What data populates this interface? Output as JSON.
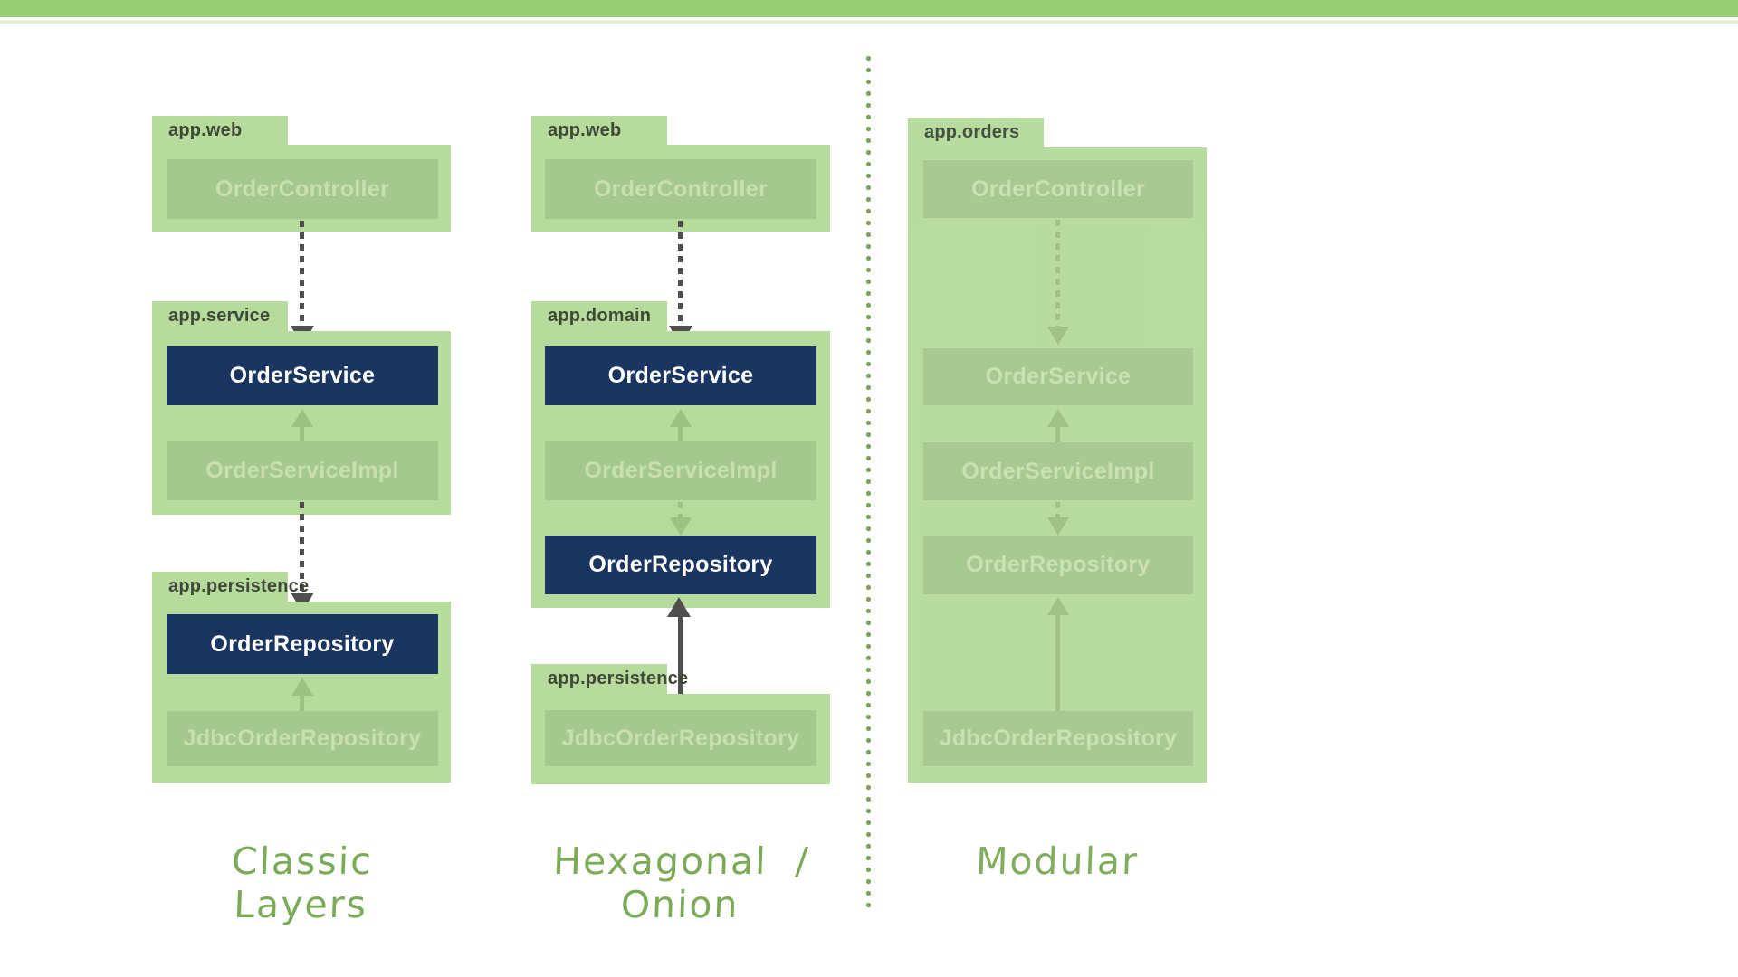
{
  "columns": [
    {
      "title": "Classic Layers",
      "folders": [
        {
          "label": "app.web",
          "boxes": [
            "OrderController"
          ]
        },
        {
          "label": "app.service",
          "boxes": [
            "OrderService",
            "OrderServiceImpl"
          ]
        },
        {
          "label": "app.persistence",
          "boxes": [
            "OrderRepository",
            "JdbcOrderRepository"
          ]
        }
      ]
    },
    {
      "title": "Hexagonal / Onion",
      "folders": [
        {
          "label": "app.web",
          "boxes": [
            "OrderController"
          ]
        },
        {
          "label": "app.domain",
          "boxes": [
            "OrderService",
            "OrderServiceImpl",
            "OrderRepository"
          ]
        },
        {
          "label": "app.persistence",
          "boxes": [
            "JdbcOrderRepository"
          ]
        }
      ]
    },
    {
      "title": "Modular",
      "folders": [
        {
          "label": "app.orders",
          "boxes": [
            "OrderController",
            "OrderService",
            "OrderServiceImpl",
            "OrderRepository",
            "JdbcOrderRepository"
          ]
        }
      ]
    }
  ],
  "colors": {
    "bar_green": "#97cd74",
    "folder_green": "#b6db9c",
    "box_muted": "#a5c88e",
    "box_muted_text": "#c8e0b0",
    "navy": "#1a3560",
    "navy_text": "#ffffff",
    "label_dark": "#3e4937",
    "arrow_dark": "#4f4f4f",
    "arrow_muted": "#9dc083",
    "script_green": "#7cab58",
    "dot_green": "#7fa55f"
  }
}
